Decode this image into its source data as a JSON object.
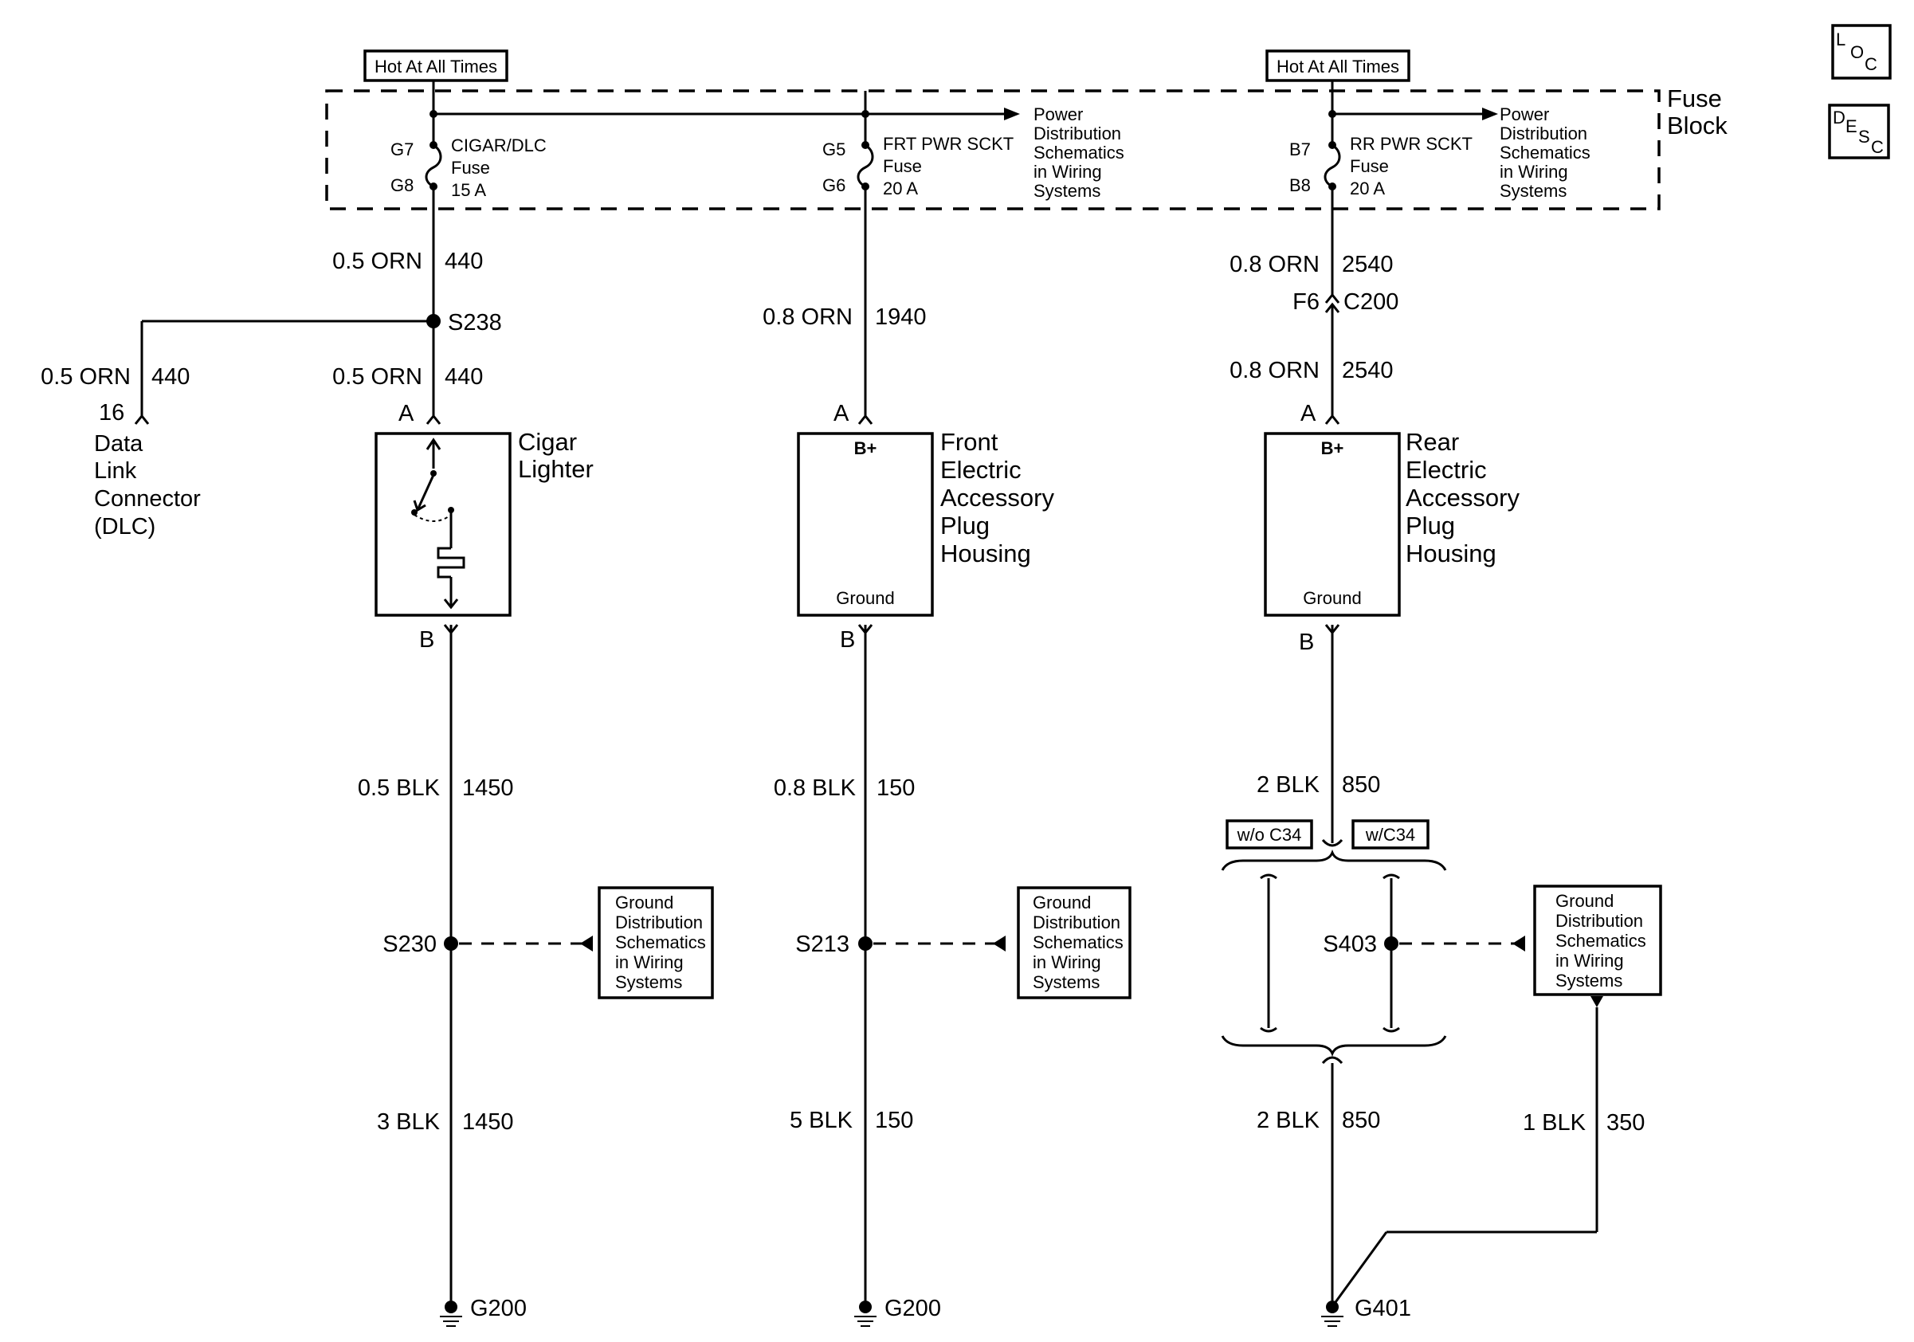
{
  "header": {
    "hot_left": "Hot At All Times",
    "hot_right": "Hot At All Times",
    "fuse_block_l1": "Fuse",
    "fuse_block_l2": "Block",
    "loc_l": "L",
    "loc_o": "O",
    "loc_c": "C",
    "desc_d": "D",
    "desc_e": "E",
    "desc_s": "S",
    "desc_c": "C"
  },
  "fuses": [
    {
      "top_pin": "G7",
      "bottom_pin": "G8",
      "name": "CIGAR/DLC",
      "type": "Fuse",
      "rating": "15 A"
    },
    {
      "top_pin": "G5",
      "bottom_pin": "G6",
      "name": "FRT PWR SCKT",
      "type": "Fuse",
      "rating": "20 A"
    },
    {
      "top_pin": "B7",
      "bottom_pin": "B8",
      "name": "RR PWR SCKT",
      "type": "Fuse",
      "rating": "20 A"
    }
  ],
  "power_refs": [
    [
      "Power",
      "Distribution",
      "Schematics",
      "in Wiring",
      "Systems"
    ],
    [
      "Power",
      "Distribution",
      "Schematics",
      "in Wiring",
      "Systems"
    ]
  ],
  "left_circuit": {
    "wire1_gauge": "0.5 ORN",
    "wire1_num": "440",
    "splice": "S238",
    "dlc_gauge": "0.5 ORN",
    "dlc_num": "440",
    "dlc_pin": "16",
    "dlc_name": [
      "Data",
      "Link",
      "Connector",
      "(DLC)"
    ],
    "wire2_gauge": "0.5 ORN",
    "wire2_num": "440",
    "pin_a": "A",
    "component": [
      "Cigar",
      "Lighter"
    ],
    "pin_b": "B",
    "wire3_gauge": "0.5 BLK",
    "wire3_num": "1450",
    "splice2": "S230",
    "wire4_gauge": "3 BLK",
    "wire4_num": "1450",
    "ground": "G200"
  },
  "mid_circuit": {
    "wire1_gauge": "0.8 ORN",
    "wire1_num": "1940",
    "pin_a": "A",
    "bplus": "B+",
    "ground_lbl": "Ground",
    "component": [
      "Front",
      "Electric",
      "Accessory",
      "Plug",
      "Housing"
    ],
    "pin_b": "B",
    "wire2_gauge": "0.8 BLK",
    "wire2_num": "150",
    "splice": "S213",
    "wire3_gauge": "5 BLK",
    "wire3_num": "150",
    "ground": "G200"
  },
  "right_circuit": {
    "wire1_gauge": "0.8 ORN",
    "wire1_num": "2540",
    "conn_pin": "F6",
    "conn": "C200",
    "wire2_gauge": "0.8 ORN",
    "wire2_num": "2540",
    "pin_a": "A",
    "bplus": "B+",
    "ground_lbl": "Ground",
    "component": [
      "Rear",
      "Electric",
      "Accessory",
      "Plug",
      "Housing"
    ],
    "pin_b": "B",
    "wire3_gauge": "2 BLK",
    "wire3_num": "850",
    "opt_without": "w/o C34",
    "opt_with": "w/C34",
    "splice": "S403",
    "wire4_gauge": "2 BLK",
    "wire4_num": "850",
    "wire5_gauge": "1 BLK",
    "wire5_num": "350",
    "ground": "G401"
  },
  "ground_refs": [
    [
      "Ground",
      "Distribution",
      "Schematics",
      "in Wiring",
      "Systems"
    ],
    [
      "Ground",
      "Distribution",
      "Schematics",
      "in Wiring",
      "Systems"
    ],
    [
      "Ground",
      "Distribution",
      "Schematics",
      "in Wiring",
      "Systems"
    ]
  ]
}
